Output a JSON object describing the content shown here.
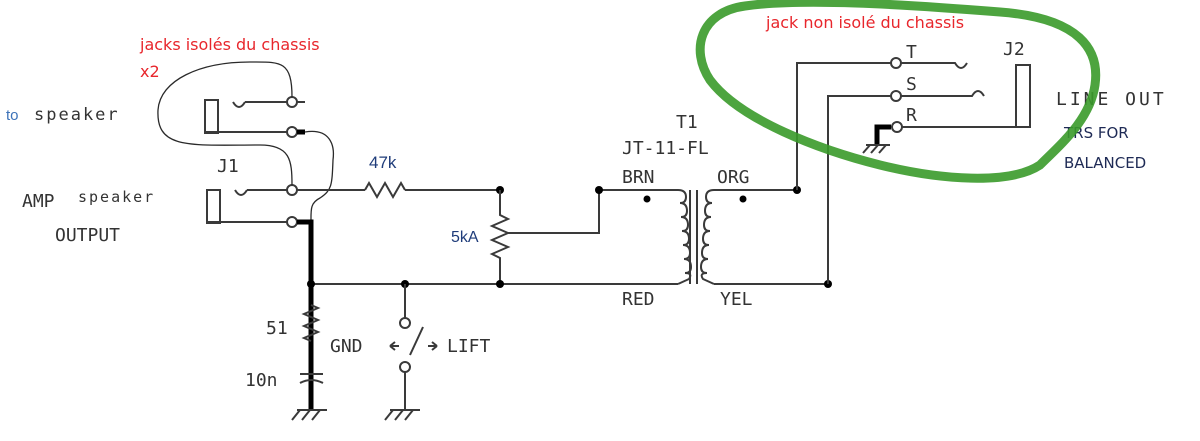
{
  "annotations": {
    "left_note_line1": "jacks isolés du chassis",
    "left_note_line2": "x2",
    "right_note": "jack non isolé du chassis",
    "trs_line1": "TRS FOR",
    "trs_line2": "BALANCED",
    "highlight_color": "#3a9a2a",
    "note_color": "#e8262c"
  },
  "labels": {
    "to": "to",
    "speaker_top": "speaker",
    "amp": "AMP",
    "speaker_bottom": "speaker",
    "output": "OUTPUT",
    "j1": "J1",
    "j2": "J2",
    "line_out": "LINE OUT",
    "r47k": "47k",
    "pot": "5kA",
    "r51": "51",
    "c10n": "10n",
    "gnd": "GND",
    "lift": "LIFT",
    "t1": "T1",
    "t1_model": "JT-11-FL",
    "brn": "BRN",
    "org": "ORG",
    "red": "RED",
    "yel": "YEL",
    "tip": "T",
    "sleeve_s": "S",
    "ring": "R"
  }
}
